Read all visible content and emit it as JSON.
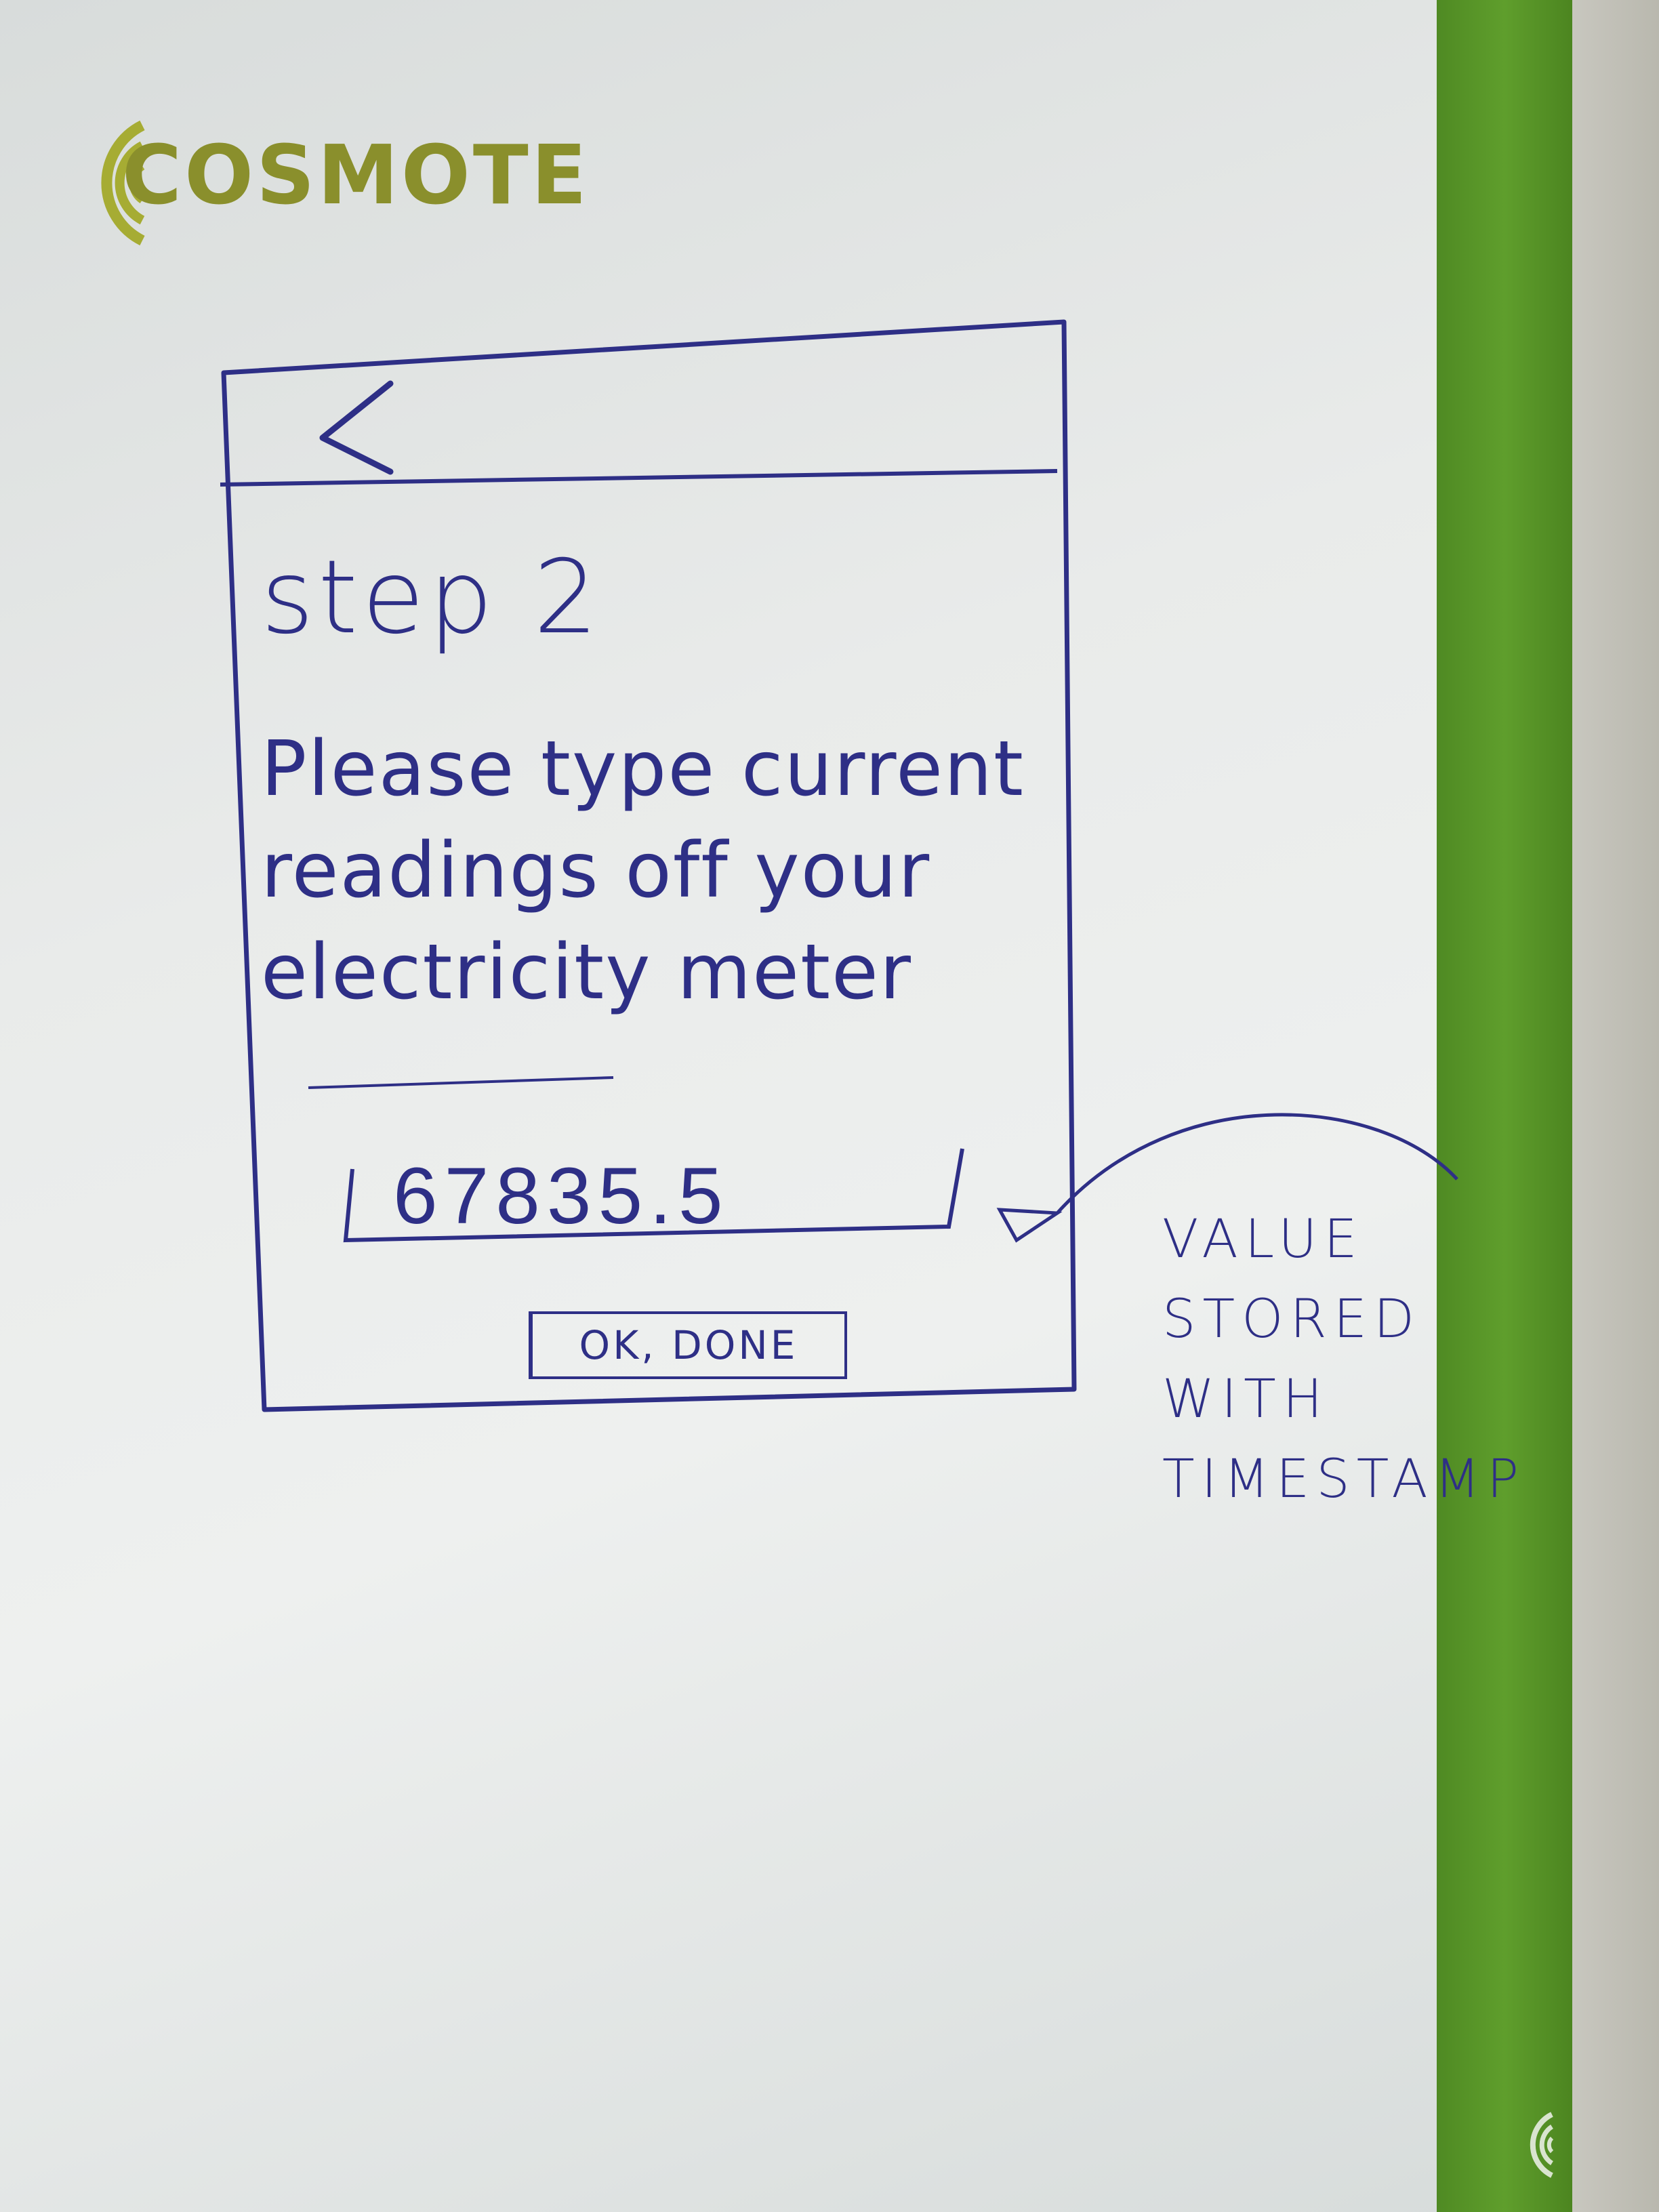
{
  "brand": {
    "logo_text": "COSMOTE",
    "brand_color": "#8a8f2c",
    "strip_color": "#5f9e2c"
  },
  "sketch": {
    "ink_color": "#2e2f86",
    "back_icon": "chevron-left-icon",
    "step_title": "step 2",
    "instruction": "Please type current readings off your electricity meter",
    "meter_value": "67835.5",
    "button_label": "OK, DONE",
    "annotation": "VALUE STORED WITH TIMESTAMP"
  }
}
